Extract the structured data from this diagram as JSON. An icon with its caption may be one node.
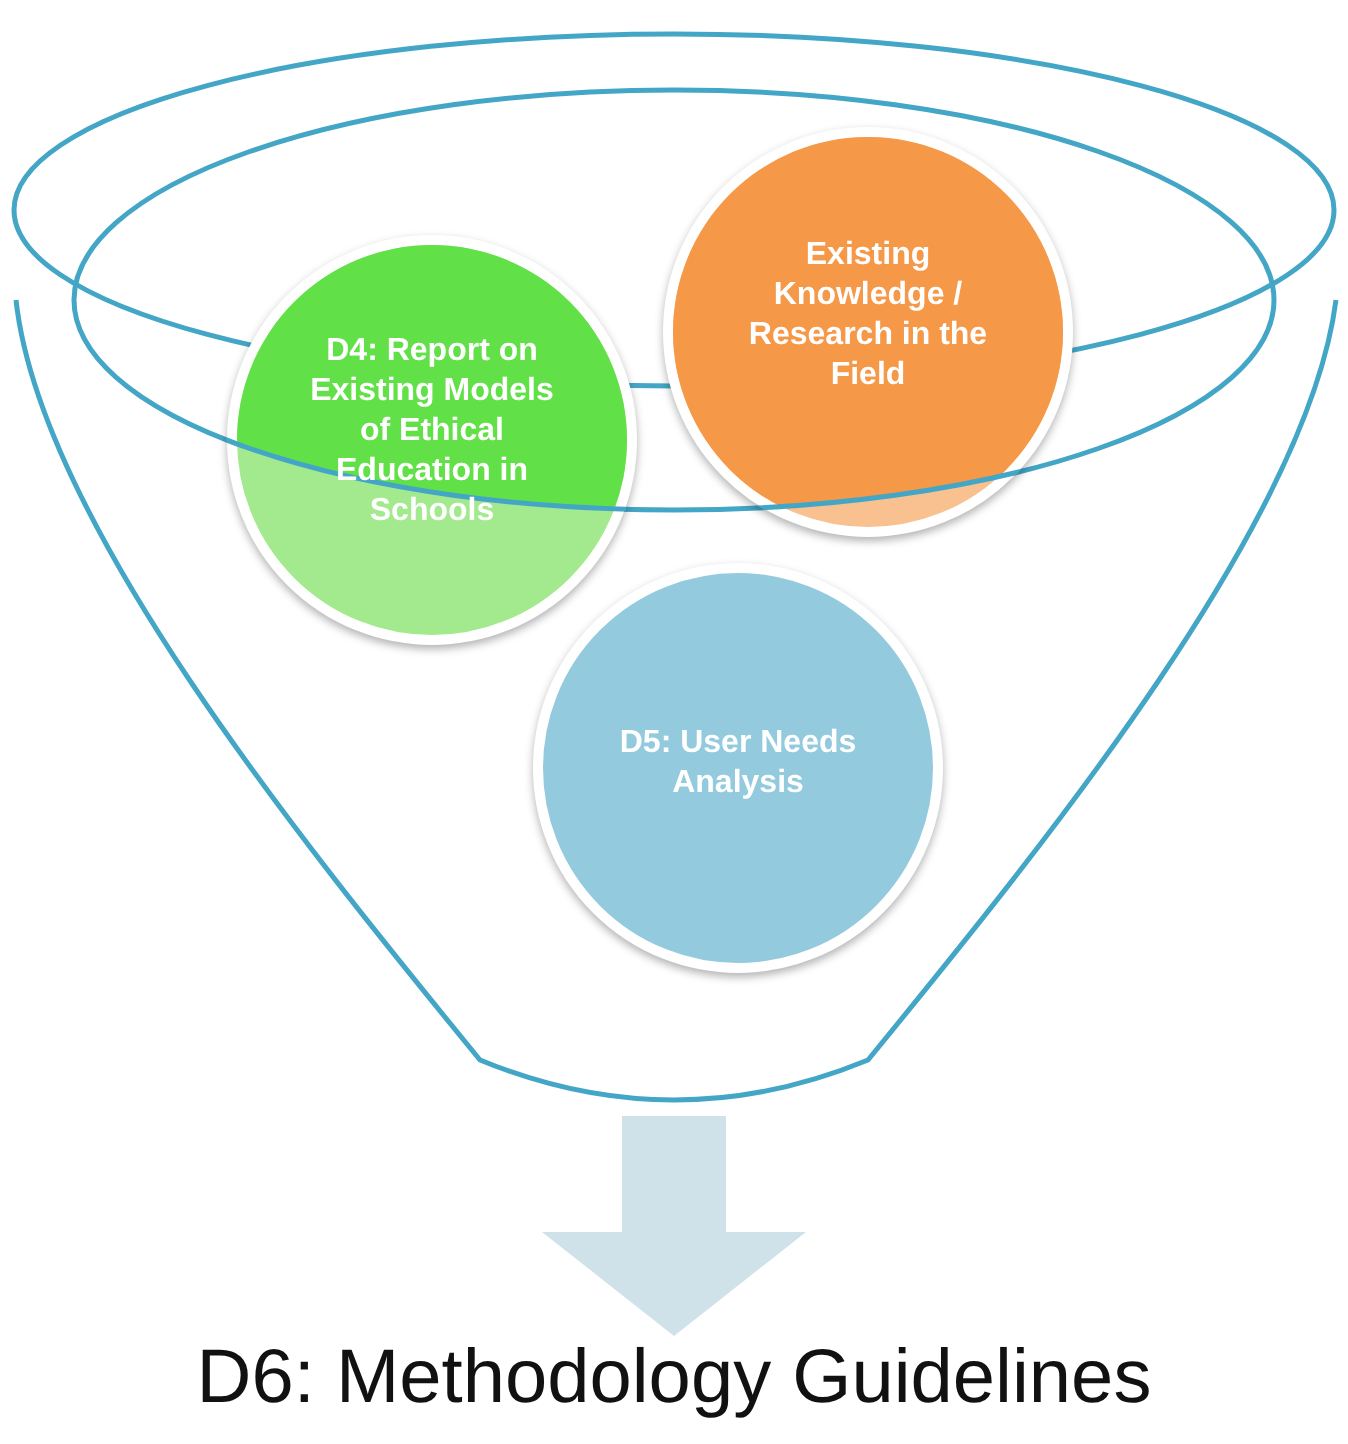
{
  "diagram": {
    "nodes": [
      {
        "text": [],
        "shape": "funnel"
      },
      {
        "text": [
          "D4: Report on Existing Models of Ethical Education in Schools"
        ],
        "in": 0
      },
      {
        "text": [
          "Existing Knowledge / Research in the Field"
        ],
        "in": 0
      },
      {
        "text": [
          "D5: User Needs Analysis"
        ],
        "in": 0
      },
      {
        "text": [
          "D6: Methodology Guidelines"
        ]
      }
    ],
    "edges": [
      {
        "from": 0,
        "to": 4,
        "arrow": "to",
        "color": "#cfe2ea"
      }
    ]
  }
}
